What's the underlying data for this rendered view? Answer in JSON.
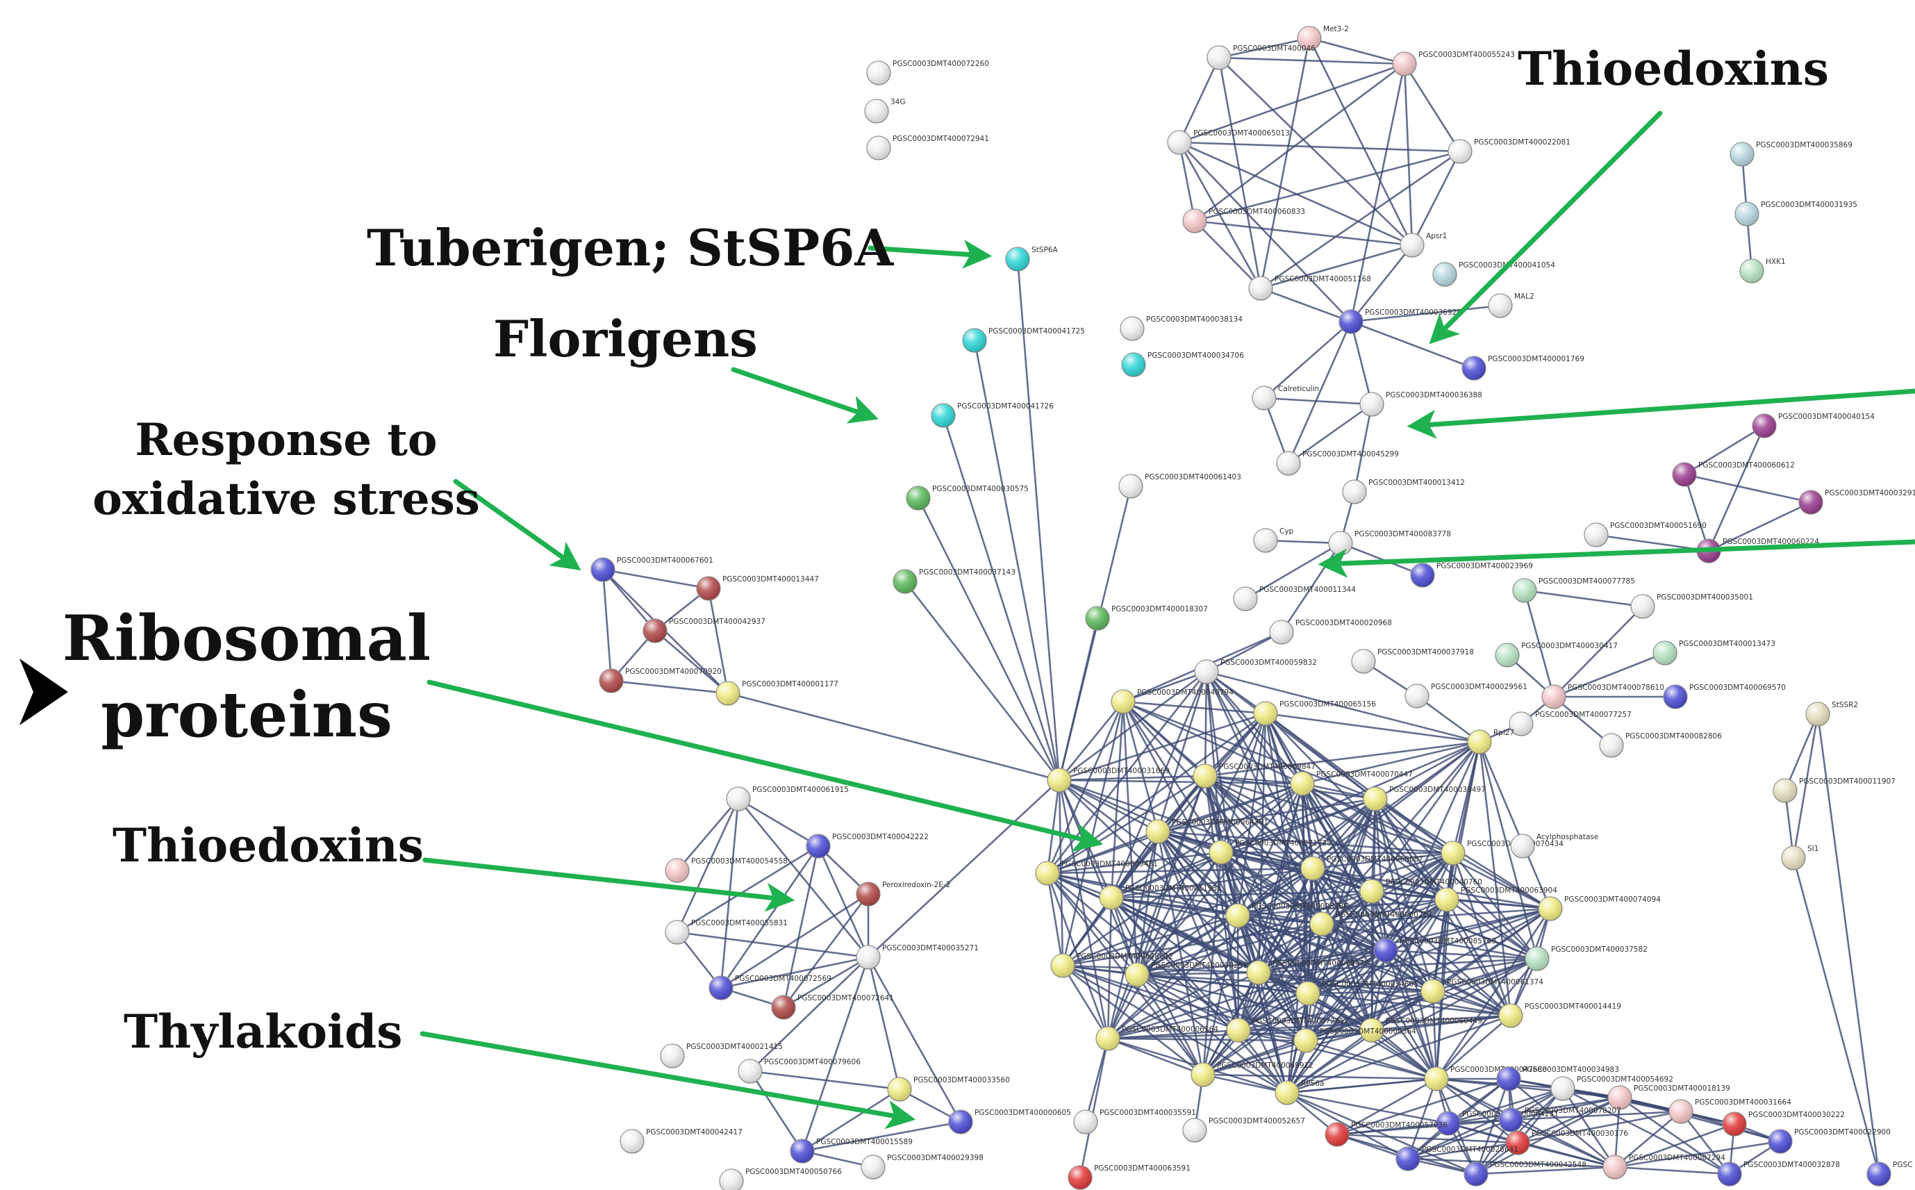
{
  "annotations": {
    "thioedoxins_top": "Thioedoxins",
    "tuberigen": "Tuberigen; StSP6A",
    "florigens": "Florigens",
    "oxidative_line1": "Response to",
    "oxidative_line2": "oxidative stress",
    "ribosomal_line1": "Ribosomal",
    "ribosomal_line2": "proteins",
    "thioedoxins_left": "Thioedoxins",
    "thylakoids": "Thylakoids"
  },
  "palette": {
    "edge": "#3d4a73",
    "arrow": "#1fb14f",
    "annotation_text": "#111111",
    "node_white": "#f0f0f0",
    "node_yellow": "#efeb82",
    "node_blue": "#4f4fd6",
    "node_pink": "#f4c6c8",
    "node_red": "#e23a3a",
    "node_green": "#5cb85c",
    "node_lightgreen": "#b8e3c3",
    "node_purple": "#9b3d8f",
    "node_lightblue": "#b8d8df",
    "node_beige": "#e6dfc0",
    "node_cyan": "#30d6d6",
    "node_brown": "#b24a4a"
  },
  "nodes": [
    {
      "id": "met32",
      "label": "Met3-2",
      "color": "pink"
    },
    {
      "id": "n046",
      "label": "PGSC0003DMT400046",
      "color": "white"
    },
    {
      "id": "n055243",
      "label": "PGSC0003DMT400055243",
      "color": "pink"
    },
    {
      "id": "n065013",
      "label": "PGSC0003DMT400065013",
      "color": "white"
    },
    {
      "id": "n022081",
      "label": "PGSC0003DMT400022081",
      "color": "white"
    },
    {
      "id": "n060833",
      "label": "PGSC0003DMT400060833",
      "color": "pink"
    },
    {
      "id": "apsr1",
      "label": "Apsr1",
      "color": "white"
    },
    {
      "id": "n051168",
      "label": "PGSC0003DMT400051168",
      "color": "white"
    },
    {
      "id": "n041054",
      "label": "PGSC0003DMT400041054",
      "color": "lightblue"
    },
    {
      "id": "mal2",
      "label": "MAL2",
      "color": "white"
    },
    {
      "id": "n036920",
      "label": "PGSC0003DMT400036920",
      "color": "blue"
    },
    {
      "id": "n001769",
      "label": "PGSC0003DMT400001769",
      "color": "blue"
    },
    {
      "id": "calreticulin",
      "label": "Calreticulin",
      "color": "white"
    },
    {
      "id": "n036388",
      "label": "PGSC0003DMT400036388",
      "color": "white"
    },
    {
      "id": "n045299",
      "label": "PGSC0003DMT400045299",
      "color": "white"
    },
    {
      "id": "n013412",
      "label": "PGSC0003DMT400013412",
      "color": "white"
    },
    {
      "id": "n083778",
      "label": "PGSC0003DMT400083778",
      "color": "white"
    },
    {
      "id": "cyp",
      "label": "Cyp",
      "color": "white"
    },
    {
      "id": "n011344",
      "label": "PGSC0003DMT400011344",
      "color": "white"
    },
    {
      "id": "n023969",
      "label": "PGSC0003DMT400023969",
      "color": "blue"
    },
    {
      "id": "n020968",
      "label": "PGSC0003DMT400020968",
      "color": "white"
    },
    {
      "id": "n072260",
      "label": "PGSC0003DMT400072260",
      "color": "white"
    },
    {
      "id": "g34",
      "label": "34G",
      "color": "white"
    },
    {
      "id": "n072941",
      "label": "PGSC0003DMT400072941",
      "color": "white"
    },
    {
      "id": "stsp6a",
      "label": "StSP6A",
      "color": "cyan"
    },
    {
      "id": "n041725",
      "label": "PGSC0003DMT400041725",
      "color": "cyan"
    },
    {
      "id": "n041726",
      "label": "PGSC0003DMT400041726",
      "color": "cyan"
    },
    {
      "id": "n030575",
      "label": "PGSC0003DMT400030575",
      "color": "green"
    },
    {
      "id": "n037143",
      "label": "PGSC0003DMT400037143",
      "color": "green"
    },
    {
      "id": "n038134",
      "label": "PGSC0003DMT400038134",
      "color": "white"
    },
    {
      "id": "n034706",
      "label": "PGSC0003DMT400034706",
      "color": "cyan"
    },
    {
      "id": "n061403",
      "label": "PGSC0003DMT400061403",
      "color": "white"
    },
    {
      "id": "n018307",
      "label": "PGSC0003DMT400018307",
      "color": "green"
    },
    {
      "id": "n067601",
      "label": "PGSC0003DMT400067601",
      "color": "blue"
    },
    {
      "id": "n013447",
      "label": "PGSC0003DMT400013447",
      "color": "brown"
    },
    {
      "id": "n042937",
      "label": "PGSC0003DMT400042937",
      "color": "brown"
    },
    {
      "id": "n070920",
      "label": "PGSC0003DMT400070920",
      "color": "brown"
    },
    {
      "id": "n001177",
      "label": "PGSC0003DMT400001177",
      "color": "yellow"
    },
    {
      "id": "n035869",
      "label": "PGSC0003DMT400035869",
      "color": "lightblue"
    },
    {
      "id": "n031935",
      "label": "PGSC0003DMT400031935",
      "color": "lightblue"
    },
    {
      "id": "hxk1",
      "label": "HXK1",
      "color": "lightgreen"
    },
    {
      "id": "n040154",
      "label": "PGSC0003DMT400040154",
      "color": "purple"
    },
    {
      "id": "n060612",
      "label": "PGSC0003DMT400060612",
      "color": "purple"
    },
    {
      "id": "n003291",
      "label": "PGSC0003DMT40003291",
      "color": "purple"
    },
    {
      "id": "n051690",
      "label": "PGSC0003DMT400051690",
      "color": "white"
    },
    {
      "id": "n060224",
      "label": "PGSC0003DMT400060224",
      "color": "purple"
    },
    {
      "id": "n077785",
      "label": "PGSC0003DMT400077785",
      "color": "lightgreen"
    },
    {
      "id": "n035001",
      "label": "PGSC0003DMT400035001",
      "color": "white"
    },
    {
      "id": "n030417",
      "label": "PGSC0003DMT400030417",
      "color": "lightgreen"
    },
    {
      "id": "n013473",
      "label": "PGSC0003DMT400013473",
      "color": "lightgreen"
    },
    {
      "id": "n078610",
      "label": "PGSC0003DMT400078610",
      "color": "pink"
    },
    {
      "id": "n069570",
      "label": "PGSC0003DMT400069570",
      "color": "blue"
    },
    {
      "id": "n082806",
      "label": "PGSC0003DMT400082806",
      "color": "white"
    },
    {
      "id": "stssr2",
      "label": "StSSR2",
      "color": "beige"
    },
    {
      "id": "n011907",
      "label": "PGSC0003DMT400011907",
      "color": "beige"
    },
    {
      "id": "sl1",
      "label": "SI1",
      "color": "beige"
    },
    {
      "id": "n059832",
      "label": "PGSC0003DMT400059832",
      "color": "white"
    },
    {
      "id": "n037918",
      "label": "PGSC0003DMT400037918",
      "color": "white"
    },
    {
      "id": "n029561",
      "label": "PGSC0003DMT400029561",
      "color": "white"
    },
    {
      "id": "n077257",
      "label": "PGSC0003DMT400077257",
      "color": "white"
    },
    {
      "id": "n040794",
      "label": "PGSC0003DMT400040794",
      "color": "yellow"
    },
    {
      "id": "n065156",
      "label": "PGSC0003DMT400065156",
      "color": "yellow"
    },
    {
      "id": "n031869",
      "label": "PGSC0003DMT400031869",
      "color": "yellow"
    },
    {
      "id": "n069847",
      "label": "PGSC0003DMT400069847",
      "color": "yellow"
    },
    {
      "id": "n070447",
      "label": "PGSC0003DMT400070447",
      "color": "yellow"
    },
    {
      "id": "n039497",
      "label": "PGSC0003DMT400039497",
      "color": "yellow"
    },
    {
      "id": "rpl27",
      "label": "Rpl27",
      "color": "yellow"
    },
    {
      "id": "n064381",
      "label": "PGSC0003DMT400064381",
      "color": "yellow"
    },
    {
      "id": "n071725",
      "label": "PGSC0003DMT400071725",
      "color": "yellow"
    },
    {
      "id": "n070434",
      "label": "PGSC0003DMT400070434",
      "color": "yellow"
    },
    {
      "id": "acylphos",
      "label": "Acylphosphatase",
      "color": "white"
    },
    {
      "id": "n009481",
      "label": "PGSC0003DMT400009481",
      "color": "yellow"
    },
    {
      "id": "n068687",
      "label": "PGSC0003DMT400068687",
      "color": "yellow"
    },
    {
      "id": "n040760",
      "label": "PGSC0003DMT400040760",
      "color": "yellow"
    },
    {
      "id": "n011931",
      "label": "PGSC0003DMT400011931",
      "color": "yellow"
    },
    {
      "id": "n063904",
      "label": "PGSC0003DMT400063904",
      "color": "yellow"
    },
    {
      "id": "n074094",
      "label": "PGSC0003DMT400074094",
      "color": "yellow"
    },
    {
      "id": "n008386",
      "label": "PGSC0003DMT400008386",
      "color": "yellow"
    },
    {
      "id": "n060212",
      "label": "PGSC0003DMT400060212",
      "color": "yellow"
    },
    {
      "id": "n085760",
      "label": "PGSC0003DMT400085760",
      "color": "blue"
    },
    {
      "id": "n037582",
      "label": "PGSC0003DMT400037582",
      "color": "lightgreen"
    },
    {
      "id": "n048622",
      "label": "PGSC0003DMT400048622",
      "color": "yellow"
    },
    {
      "id": "n069470",
      "label": "PGSC0003DMT400069470",
      "color": "yellow"
    },
    {
      "id": "n000291",
      "label": "PGSC0003DMT400000291",
      "color": "yellow"
    },
    {
      "id": "n054605",
      "label": "PGSC0003DMT400054605",
      "color": "yellow"
    },
    {
      "id": "n061374",
      "label": "PGSC0003DMT400061374",
      "color": "yellow"
    },
    {
      "id": "n014419",
      "label": "PGSC0003DMT400014419",
      "color": "yellow"
    },
    {
      "id": "n072652",
      "label": "PGSC0003DMT400072652",
      "color": "yellow"
    },
    {
      "id": "n060449",
      "label": "PGSC0003DMT400060449",
      "color": "yellow"
    },
    {
      "id": "n006164",
      "label": "PGSC0003DMT400006164",
      "color": "yellow"
    },
    {
      "id": "n000364",
      "label": "PGSC0003DMT400000364",
      "color": "yellow"
    },
    {
      "id": "n069912",
      "label": "PGSC0003DMT400069912",
      "color": "yellow"
    },
    {
      "id": "n047686",
      "label": "PGSC0003DMT400047686",
      "color": "yellow"
    },
    {
      "id": "rps6a",
      "label": "RPS6a",
      "color": "yellow"
    },
    {
      "id": "n034983",
      "label": "PGSC0003DMT400034983",
      "color": "blue"
    },
    {
      "id": "n054692",
      "label": "PGSC0003DMT400054692",
      "color": "white"
    },
    {
      "id": "n018139",
      "label": "PGSC0003DMT400018139",
      "color": "pink"
    },
    {
      "id": "n031664",
      "label": "PGSC0003DMT400031664",
      "color": "pink"
    },
    {
      "id": "n030222",
      "label": "PGSC0003DMT400030222",
      "color": "red"
    },
    {
      "id": "n022900",
      "label": "PGSC0003DMT400022900",
      "color": "blue"
    },
    {
      "id": "n061915",
      "label": "PGSC0003DMT400061915",
      "color": "white"
    },
    {
      "id": "n042222",
      "label": "PGSC0003DMT400042222",
      "color": "blue"
    },
    {
      "id": "n054558",
      "label": "PGSC0003DMT400054558",
      "color": "pink"
    },
    {
      "id": "perox",
      "label": "Peroxiredoxin-2E-2",
      "color": "brown"
    },
    {
      "id": "n055831",
      "label": "PGSC0003DMT400055831",
      "color": "white"
    },
    {
      "id": "n035271",
      "label": "PGSC0003DMT400035271",
      "color": "white"
    },
    {
      "id": "n072569",
      "label": "PGSC0003DMT400072569",
      "color": "blue"
    },
    {
      "id": "n072641",
      "label": "PGSC0003DMT400072641",
      "color": "brown"
    },
    {
      "id": "n021415",
      "label": "PGSC0003DMT400021415",
      "color": "white"
    },
    {
      "id": "n079606",
      "label": "PGSC0003DMT400079606",
      "color": "white"
    },
    {
      "id": "n033560",
      "label": "PGSC0003DMT400033560",
      "color": "yellow"
    },
    {
      "id": "n000605",
      "label": "PGSC0003DMT400000605",
      "color": "blue"
    },
    {
      "id": "n042417",
      "label": "PGSC0003DMT400042417",
      "color": "white"
    },
    {
      "id": "n015589",
      "label": "PGSC0003DMT400015589",
      "color": "blue"
    },
    {
      "id": "n029398",
      "label": "PGSC0003DMT400029398",
      "color": "white"
    },
    {
      "id": "n050766",
      "label": "PGSC0003DMT400050766",
      "color": "white"
    },
    {
      "id": "n035591",
      "label": "PGSC0003DMT400035591",
      "color": "white"
    },
    {
      "id": "n052657",
      "label": "PGSC0003DMT400052657",
      "color": "white"
    },
    {
      "id": "n063591",
      "label": "PGSC0003DMT400063591",
      "color": "red"
    },
    {
      "id": "n004231",
      "label": "PGSC0003DMT400004231",
      "color": "blue"
    },
    {
      "id": "n078207",
      "label": "PGSC0003DMT400078207",
      "color": "blue"
    },
    {
      "id": "n030176",
      "label": "PGSC0003DMT400030176",
      "color": "red"
    },
    {
      "id": "n057936",
      "label": "PGSC0003DMT400057936",
      "color": "red"
    },
    {
      "id": "n028641",
      "label": "PGSC0003DMT400028641",
      "color": "blue"
    },
    {
      "id": "n042548",
      "label": "PGSC0003DMT400042548",
      "color": "blue"
    },
    {
      "id": "n007294",
      "label": "PGSC0003DMT400007294",
      "color": "pink"
    },
    {
      "id": "n032878",
      "label": "PGSC0003DMT400032878",
      "color": "blue"
    },
    {
      "id": "n_pgsc_edge",
      "label": "PGSC",
      "color": "blue"
    }
  ]
}
